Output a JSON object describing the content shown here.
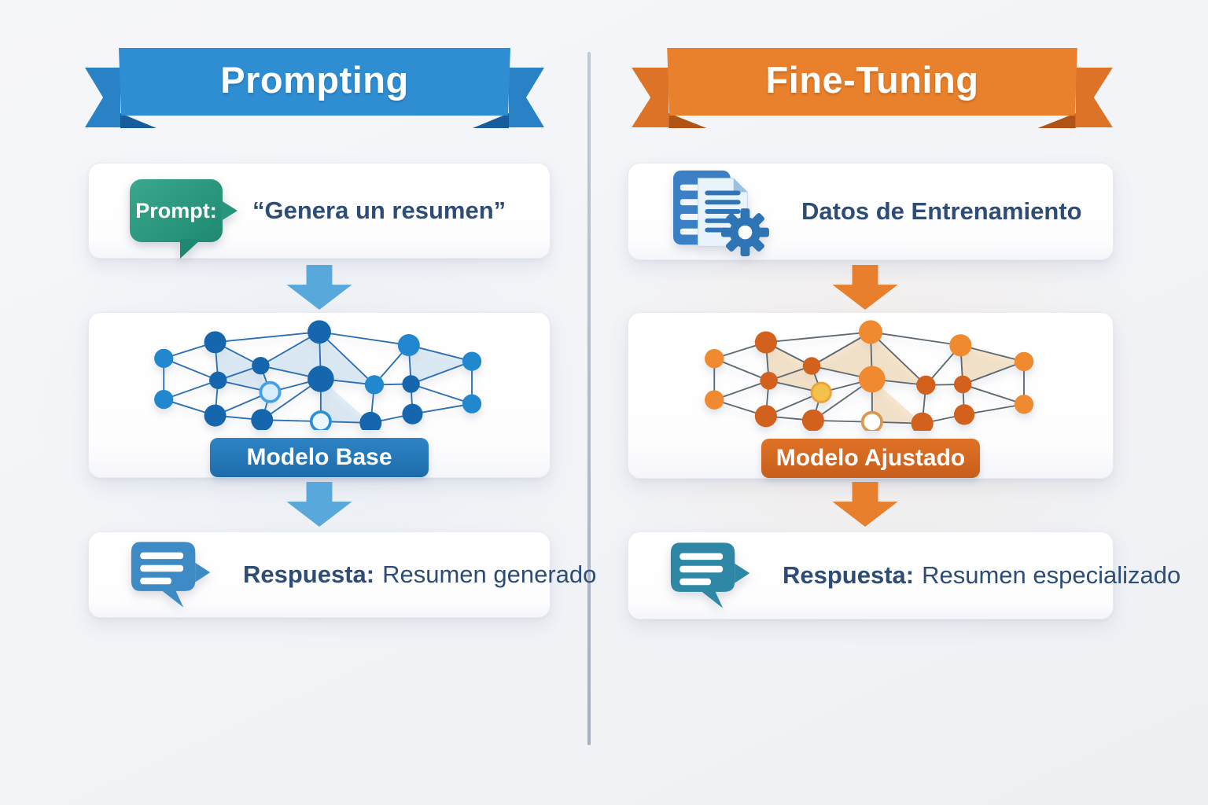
{
  "meta": {
    "type": "comparison-infographic",
    "language": "es"
  },
  "columns": {
    "left": {
      "banner_title": "Prompting",
      "prompt_card": {
        "bubble_label": "Prompt:",
        "quote": "“Genera un resumen”"
      },
      "model_card": {
        "button_label": "Modelo Base"
      },
      "response_card": {
        "label": "Respuesta:",
        "value": "Resumen generado"
      }
    },
    "right": {
      "banner_title": "Fine-Tuning",
      "data_card": {
        "label": "Datos de Entrenamiento"
      },
      "model_card": {
        "button_label": "Modelo Ajustado"
      },
      "response_card": {
        "label": "Respuesta:",
        "value": "Resumen especializado"
      }
    }
  },
  "icons": {
    "prompt": "speech-bubble-icon",
    "training_data": "documents-gear-icon",
    "model": "neural-network-icon",
    "flow": "down-arrow-icon",
    "response": "chat-message-icon"
  },
  "colors": {
    "left_accent": "#2f8ed2",
    "right_accent": "#e8802c",
    "prompt_bubble_green": "#27957c",
    "text_navy": "#2e4d76",
    "model_base_button": "#2173b4",
    "model_adjusted_button": "#d4661f",
    "response_bubble_left": "#3e8ac4",
    "response_bubble_right": "#2d87a5",
    "divider": "#a9b1c0"
  }
}
